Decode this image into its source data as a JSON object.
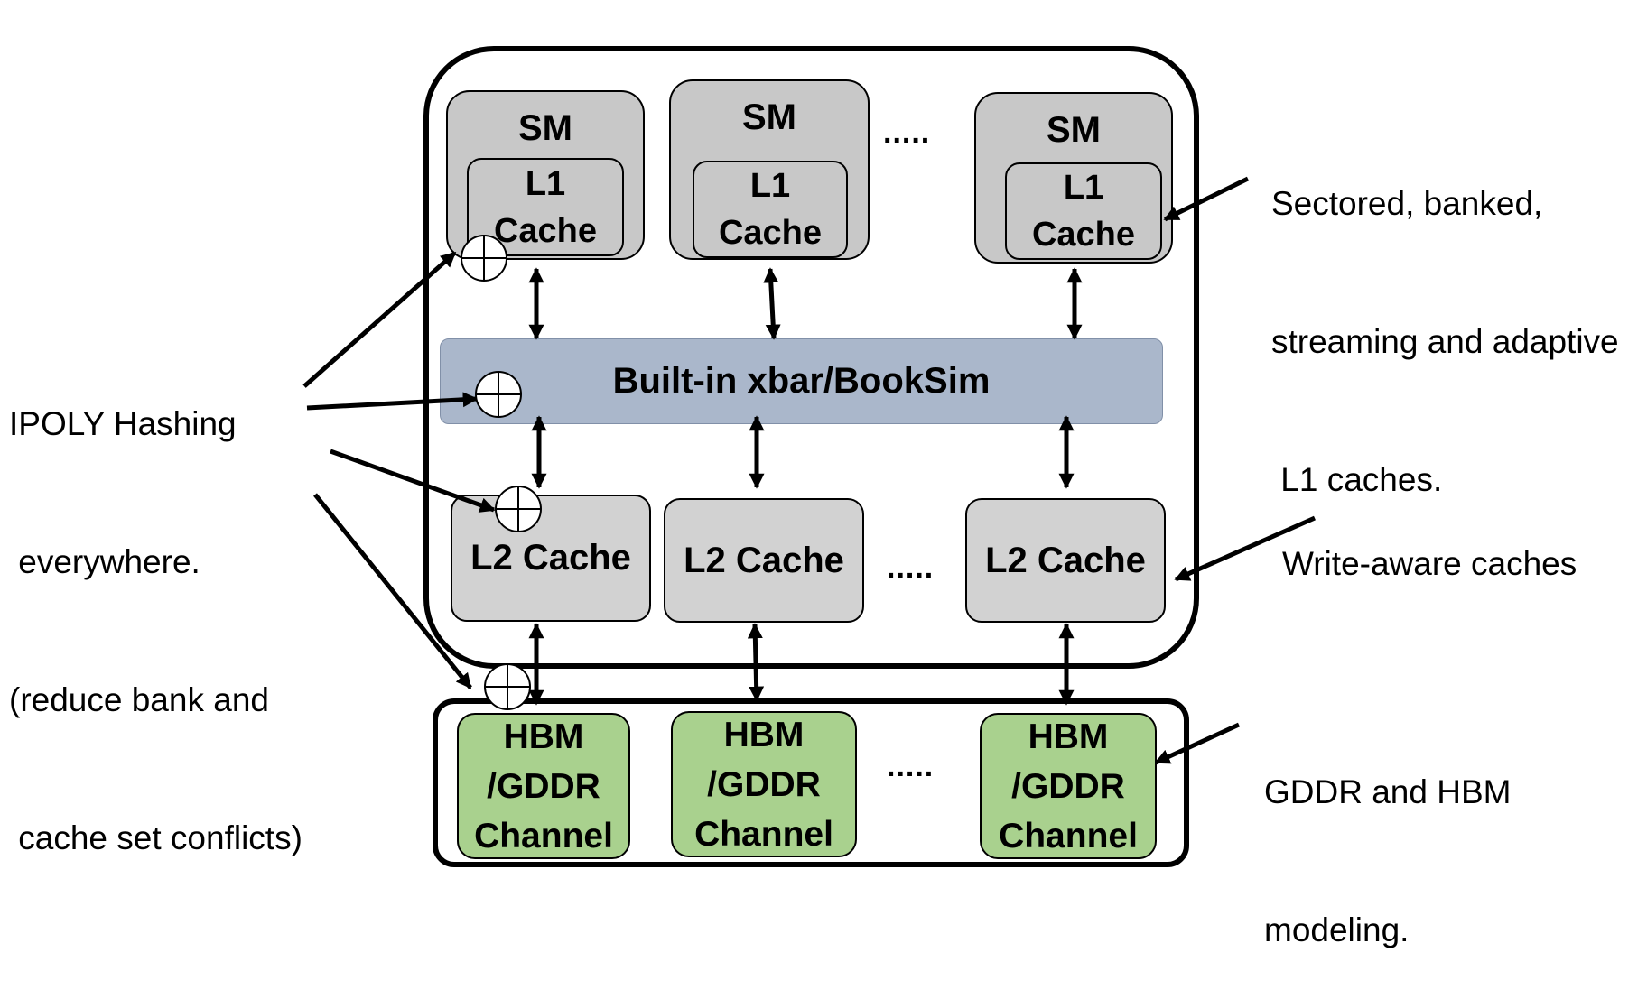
{
  "sm_blocks": [
    {
      "title": "SM",
      "l1_line1": "L1",
      "l1_line2": "Cache"
    },
    {
      "title": "SM",
      "l1_line1": "L1",
      "l1_line2": "Cache"
    },
    {
      "title": "SM",
      "l1_line1": "L1",
      "l1_line2": "Cache"
    }
  ],
  "interconnect": {
    "label": "Built-in xbar/BookSim"
  },
  "l2_blocks": [
    {
      "label": "L2 Cache"
    },
    {
      "label": "L2 Cache"
    },
    {
      "label": "L2 Cache"
    }
  ],
  "memory_channels": [
    {
      "line1": "HBM",
      "line2": "/GDDR",
      "line3": "Channel"
    },
    {
      "line1": "HBM",
      "line2": "/GDDR",
      "line3": "Channel"
    },
    {
      "line1": "HBM",
      "line2": "/GDDR",
      "line3": "Channel"
    }
  ],
  "ellipsis": {
    "sm": ".....",
    "l2": ".....",
    "mem": "....."
  },
  "annotations": {
    "l1": [
      "Sectored, banked,",
      "streaming and adaptive",
      " L1 caches."
    ],
    "hashing": [
      "IPOLY Hashing",
      " everywhere.",
      "(reduce bank and",
      " cache set conflicts)"
    ],
    "l2": [
      "Write-aware caches"
    ],
    "dram": [
      "GDDR and HBM",
      "modeling."
    ]
  },
  "colors": {
    "sm_fill": "#c8c8c8",
    "xbar_fill": "#aab7cb",
    "l2_fill": "#d2d2d2",
    "hbm_fill": "#a9d18e"
  }
}
